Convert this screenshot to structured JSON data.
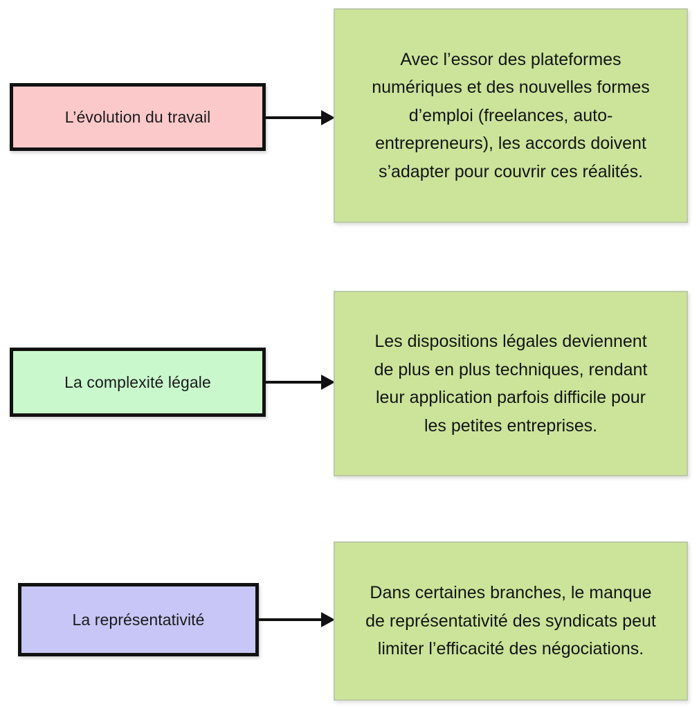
{
  "diagram": {
    "type": "flowchart",
    "background_color": "#FFFFFF",
    "rows": [
      {
        "id": "row-1",
        "topic": {
          "label": "L’évolution du travail",
          "fill_color": "#FCC9CB",
          "border_color": "#111111"
        },
        "connector": {
          "kind": "arrow-right",
          "color": "#111111"
        },
        "detail": {
          "text": "Avec l’essor des plateformes numériques et des nouvelles formes d’emploi (freelances, auto-entrepreneurs), les accords doivent s’adapter pour couvrir ces réalités.",
          "fill_color": "#CBE49A",
          "border_color": "#BEC9A8"
        }
      },
      {
        "id": "row-2",
        "topic": {
          "label": "La complexité légale",
          "fill_color": "#C9F8CD",
          "border_color": "#111111"
        },
        "connector": {
          "kind": "arrow-right",
          "color": "#111111"
        },
        "detail": {
          "text": "Les dispositions légales deviennent de plus en plus techniques, rendant leur application parfois difficile pour les petites entreprises.",
          "fill_color": "#CBE49A",
          "border_color": "#BEC9A8"
        }
      },
      {
        "id": "row-3",
        "topic": {
          "label": "La représentativité",
          "fill_color": "#C7C6F7",
          "border_color": "#111111"
        },
        "connector": {
          "kind": "arrow-right",
          "color": "#111111"
        },
        "detail": {
          "text": "Dans certaines branches, le manque de représentativité des syndicats peut limiter l’efficacité des négociations.",
          "fill_color": "#CBE49A",
          "border_color": "#BEC9A8"
        }
      }
    ]
  }
}
